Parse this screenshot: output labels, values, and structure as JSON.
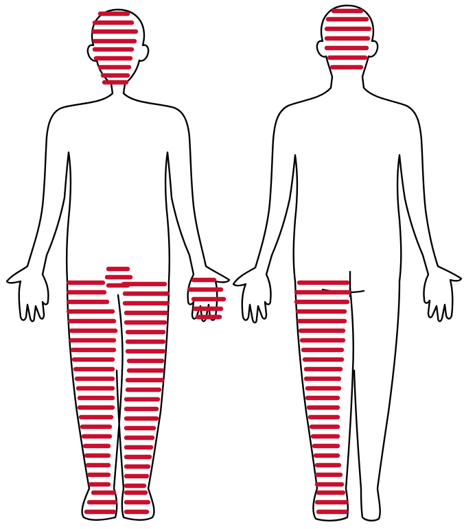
{
  "diagram": {
    "views": [
      {
        "id": "front",
        "description_visible": false
      },
      {
        "id": "back",
        "description_visible": false
      }
    ],
    "colors": {
      "outline": "#000000",
      "shading": "#c8102e",
      "background": "#ffffff"
    },
    "shaded_regions": [
      {
        "view": "front",
        "region": "head-face"
      },
      {
        "view": "front",
        "region": "groin"
      },
      {
        "view": "front",
        "region": "right-leg"
      },
      {
        "view": "front",
        "region": "left-leg"
      },
      {
        "view": "front",
        "region": "left-hand"
      },
      {
        "view": "front",
        "region": "right-foot"
      },
      {
        "view": "front",
        "region": "left-foot"
      },
      {
        "view": "back",
        "region": "head-neck"
      },
      {
        "view": "back",
        "region": "left-buttock-leg"
      },
      {
        "view": "back",
        "region": "left-foot"
      }
    ]
  }
}
